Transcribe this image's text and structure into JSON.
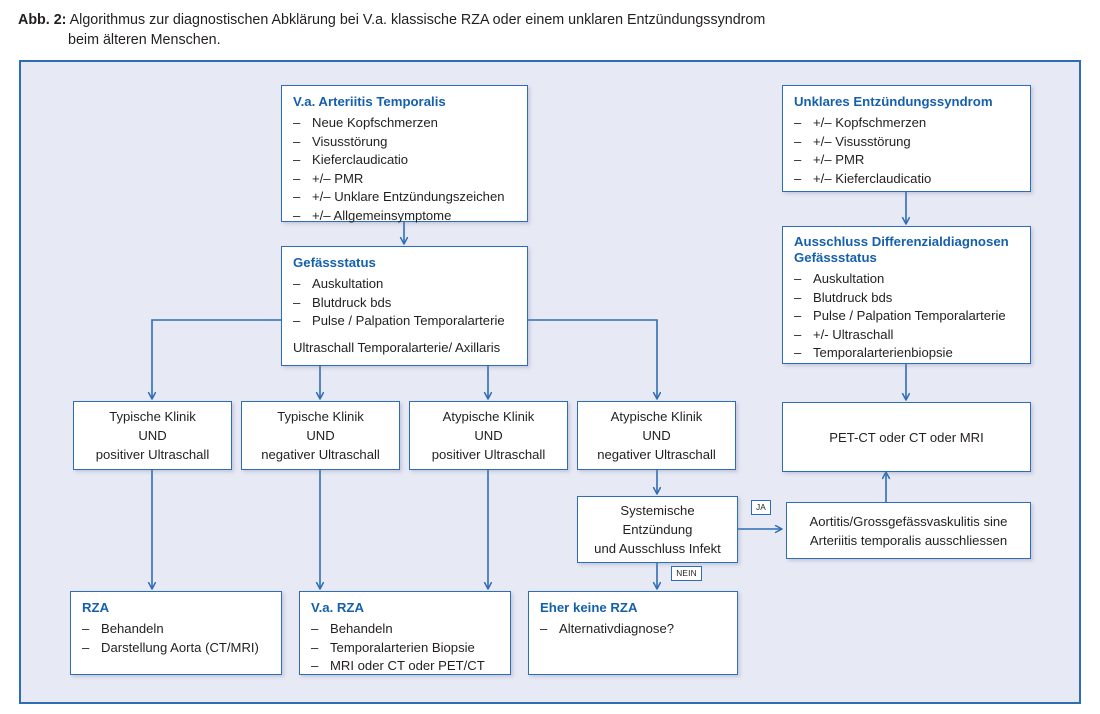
{
  "caption": {
    "label": "Abb. 2:",
    "line1": "Algorithmus zur diagnostischen Abklärung bei V.a. klassische RZA oder einem unklaren Entzündungssyndrom",
    "line2": "beim älteren Menschen."
  },
  "colors": {
    "panel_background": "#e7e9f4",
    "border_blue": "#2f6eb5",
    "heading_blue": "#1560ad",
    "body_text": "#231f20",
    "box_fill": "#ffffff"
  },
  "nodes": {
    "va_arteriitis": {
      "title": "V.a. Arteriitis Temporalis",
      "items": [
        "Neue Kopfschmerzen",
        "Visusstörung",
        "Kieferclaudicatio",
        "+/– PMR",
        "+/– Unklare Entzündungszeichen",
        "+/– Allgemeinsymptome"
      ]
    },
    "unklares_syndrom": {
      "title": "Unklares Entzündungssyndrom",
      "items": [
        "+/– Kopfschmerzen",
        "+/– Visusstörung",
        "+/– PMR",
        "+/– Kieferclaudicatio"
      ]
    },
    "gefaessstatus": {
      "title": "Gefässstatus",
      "items": [
        "Auskultation",
        "Blutdruck bds",
        "Pulse / Palpation Temporalarterie"
      ],
      "footer": "Ultraschall Temporalarterie/ Axillaris"
    },
    "ausschluss_dd": {
      "title": "Ausschluss Differenzialdiagnosen Gefässstatus",
      "items": [
        "Auskultation",
        "Blutdruck bds",
        "Pulse / Palpation Temporalarterie",
        "+/- Ultraschall",
        "Temporalarterienbiopsie"
      ]
    },
    "klinik_1": {
      "lines": [
        "Typische Klinik",
        "UND",
        "positiver Ultraschall"
      ]
    },
    "klinik_2": {
      "lines": [
        "Typische Klinik",
        "UND",
        "negativer Ultraschall"
      ]
    },
    "klinik_3": {
      "lines": [
        "Atypische Klinik",
        "UND",
        "positiver Ultraschall"
      ]
    },
    "klinik_4": {
      "lines": [
        "Atypische Klinik",
        "UND",
        "negativer Ultraschall"
      ]
    },
    "pet_ct": {
      "lines": [
        "PET-CT oder CT oder MRI"
      ]
    },
    "systemische": {
      "lines": [
        "Systemische",
        "Entzündung",
        "und Ausschluss Infekt"
      ]
    },
    "aortitis": {
      "lines": [
        "Aortitis/Grossgefässvaskulitis sine",
        "Arteriitis temporalis ausschliessen"
      ]
    },
    "rza": {
      "title": "RZA",
      "items": [
        "Behandeln",
        "Darstellung Aorta (CT/MRI)"
      ]
    },
    "va_rza": {
      "title": "V.a. RZA",
      "items": [
        "Behandeln",
        "Temporalarterien Biopsie",
        "MRI oder CT oder PET/CT"
      ]
    },
    "eher_keine_rza": {
      "title": "Eher keine RZA",
      "items": [
        "Alternativdiagnose?"
      ]
    }
  },
  "edge_labels": {
    "ja": "JA",
    "nein": "NEIN"
  }
}
